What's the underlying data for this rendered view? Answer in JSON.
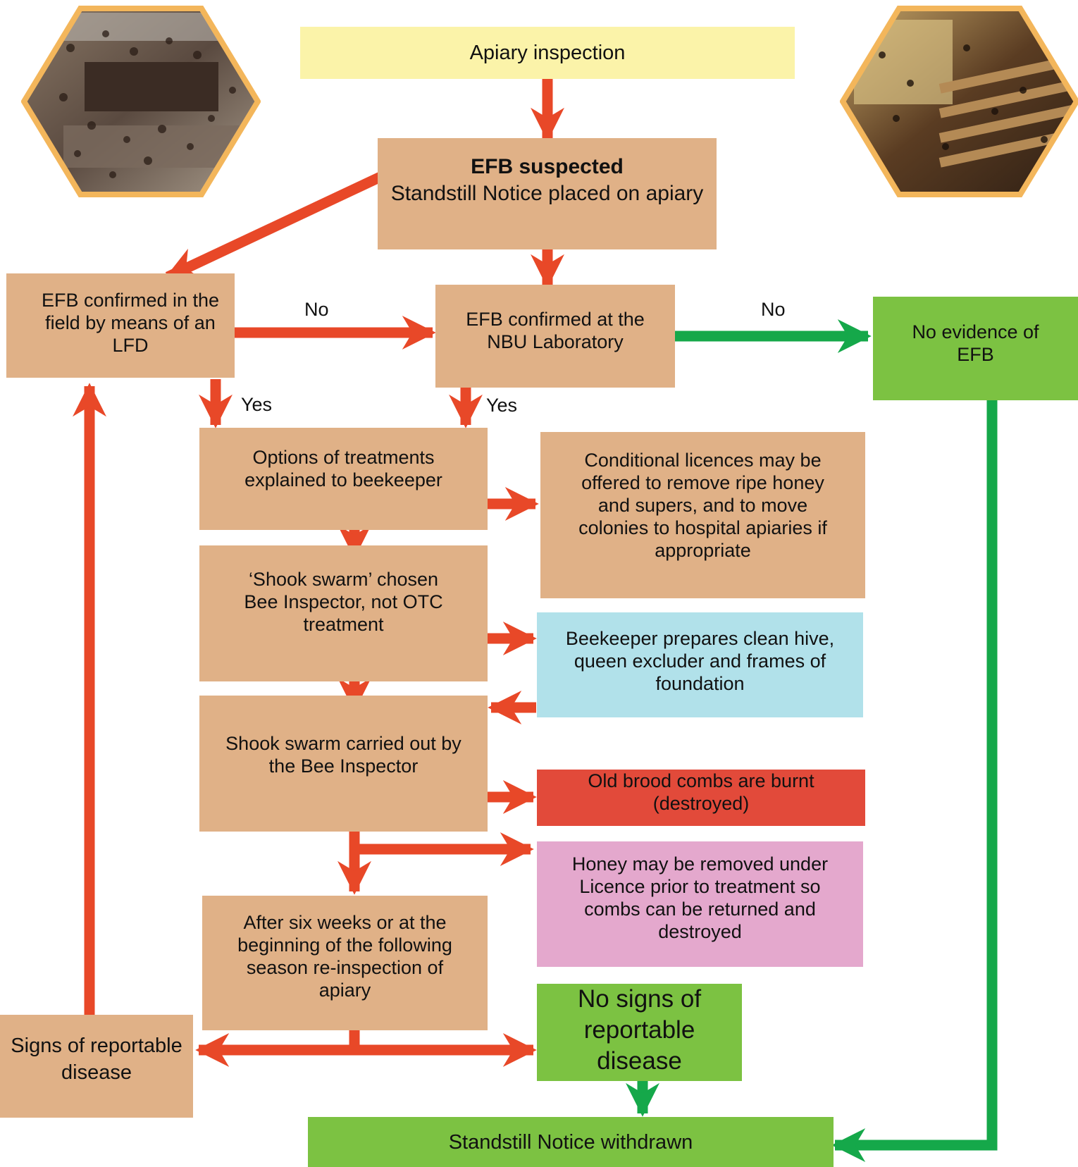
{
  "colors": {
    "red_arrow": "#e84828",
    "green_arrow": "#15a84a",
    "tan_box": "#e0b187",
    "yellow_box": "#fbf3a9",
    "green_box": "#7cc242",
    "blue_box": "#b1e1ea",
    "red_box": "#e24a3a",
    "pink_box": "#e4a8cd",
    "hexagon_frame": "#f3b65b"
  },
  "nodes": {
    "apiary_inspection": "Apiary inspection",
    "efb_suspected_title": "EFB suspected",
    "efb_suspected_sub": "Standstill Notice placed on apiary",
    "lfd_line1": "EFB confirmed in the",
    "lfd_line2": "field by means of an",
    "lfd_line3": "LFD",
    "lab_line1": "EFB confirmed at the",
    "lab_line2": "NBU Laboratory",
    "no_evidence_line1": "No evidence of",
    "no_evidence_line2": "EFB",
    "options_line1": "Options of treatments",
    "options_line2": "explained to beekeeper",
    "licences_line1": "Conditional licences may be",
    "licences_line2": "offered to remove ripe honey",
    "licences_line3": "and supers, and to move",
    "licences_line4": "colonies to hospital apiaries if",
    "licences_line5": "appropriate",
    "shook_chosen_line1": "‘Shook swarm’ chosen",
    "shook_chosen_line2": "Bee Inspector, not OTC",
    "shook_chosen_line3": "treatment",
    "prepares_line1": "Beekeeper prepares clean hive,",
    "prepares_line2": "queen excluder and frames of",
    "prepares_line3": "foundation",
    "carried_line1": "Shook swarm carried out by",
    "carried_line2": "the Bee Inspector",
    "burnt_line1": "Old brood combs are burnt",
    "burnt_line2": "(destroyed)",
    "honey_line1": "Honey may be removed under",
    "honey_line2": "Licence prior to treatment so",
    "honey_line3": "combs can be returned and",
    "honey_line4": "destroyed",
    "reinspect_line1": "After six weeks or at the",
    "reinspect_line2": "beginning of the following",
    "reinspect_line3": "season re-inspection of",
    "reinspect_line4": "apiary",
    "signs_line1": "Signs of reportable",
    "signs_line2": "disease",
    "no_signs_line1": "No signs of",
    "no_signs_line2": "reportable",
    "no_signs_line3": "disease",
    "withdrawn": "Standstill Notice withdrawn"
  },
  "edge_labels": {
    "lfd_no": "No",
    "lab_no": "No",
    "lfd_yes": "Yes",
    "lab_yes": "Yes"
  },
  "photos": {
    "left": "hive-bees-photo",
    "right": "hive-frames-photo"
  }
}
